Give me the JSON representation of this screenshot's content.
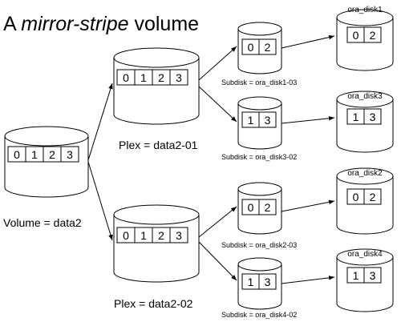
{
  "title": {
    "prefix": "A ",
    "emphasis": "mirror-stripe",
    "suffix": " volume"
  },
  "volume": {
    "label": "Volume = data2",
    "cells": [
      "0",
      "1",
      "2",
      "3"
    ]
  },
  "plexes": [
    {
      "label": "Plex = data2-01",
      "cells": [
        "0",
        "1",
        "2",
        "3"
      ]
    },
    {
      "label": "Plex = data2-02",
      "cells": [
        "0",
        "1",
        "2",
        "3"
      ]
    }
  ],
  "subdisks": [
    {
      "label": "Subdisk = ora_disk1-03",
      "cells": [
        "0",
        "2"
      ]
    },
    {
      "label": "Subdisk = ora_disk3-02",
      "cells": [
        "1",
        "3"
      ]
    },
    {
      "label": "Subdisk = ora_disk2-03",
      "cells": [
        "0",
        "2"
      ]
    },
    {
      "label": "Subdisk = ora_disk4-02",
      "cells": [
        "1",
        "3"
      ]
    }
  ],
  "disks": [
    {
      "name": "ora_disk1",
      "cells": [
        "0",
        "2"
      ]
    },
    {
      "name": "ora_disk3",
      "cells": [
        "1",
        "3"
      ]
    },
    {
      "name": "ora_disk2",
      "cells": [
        "0",
        "2"
      ]
    },
    {
      "name": "ora_disk4",
      "cells": [
        "1",
        "3"
      ]
    }
  ]
}
